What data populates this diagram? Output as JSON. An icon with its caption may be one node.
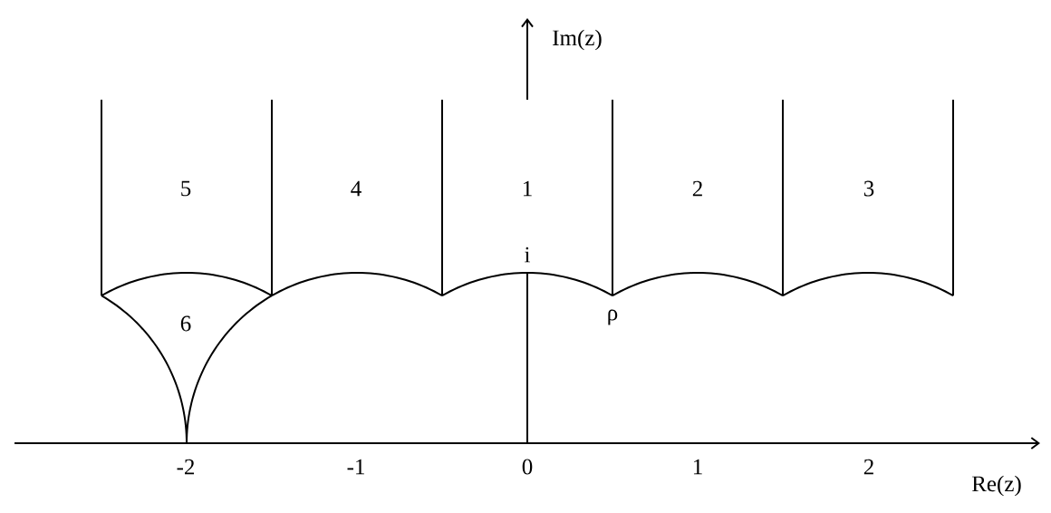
{
  "diagram": {
    "labels": [
      "Im(z)",
      "5",
      "4",
      "1",
      "2",
      "3",
      "i",
      "6",
      "ρ",
      "-2",
      "-1",
      "0",
      "1",
      "2",
      "Re(z)"
    ]
  }
}
